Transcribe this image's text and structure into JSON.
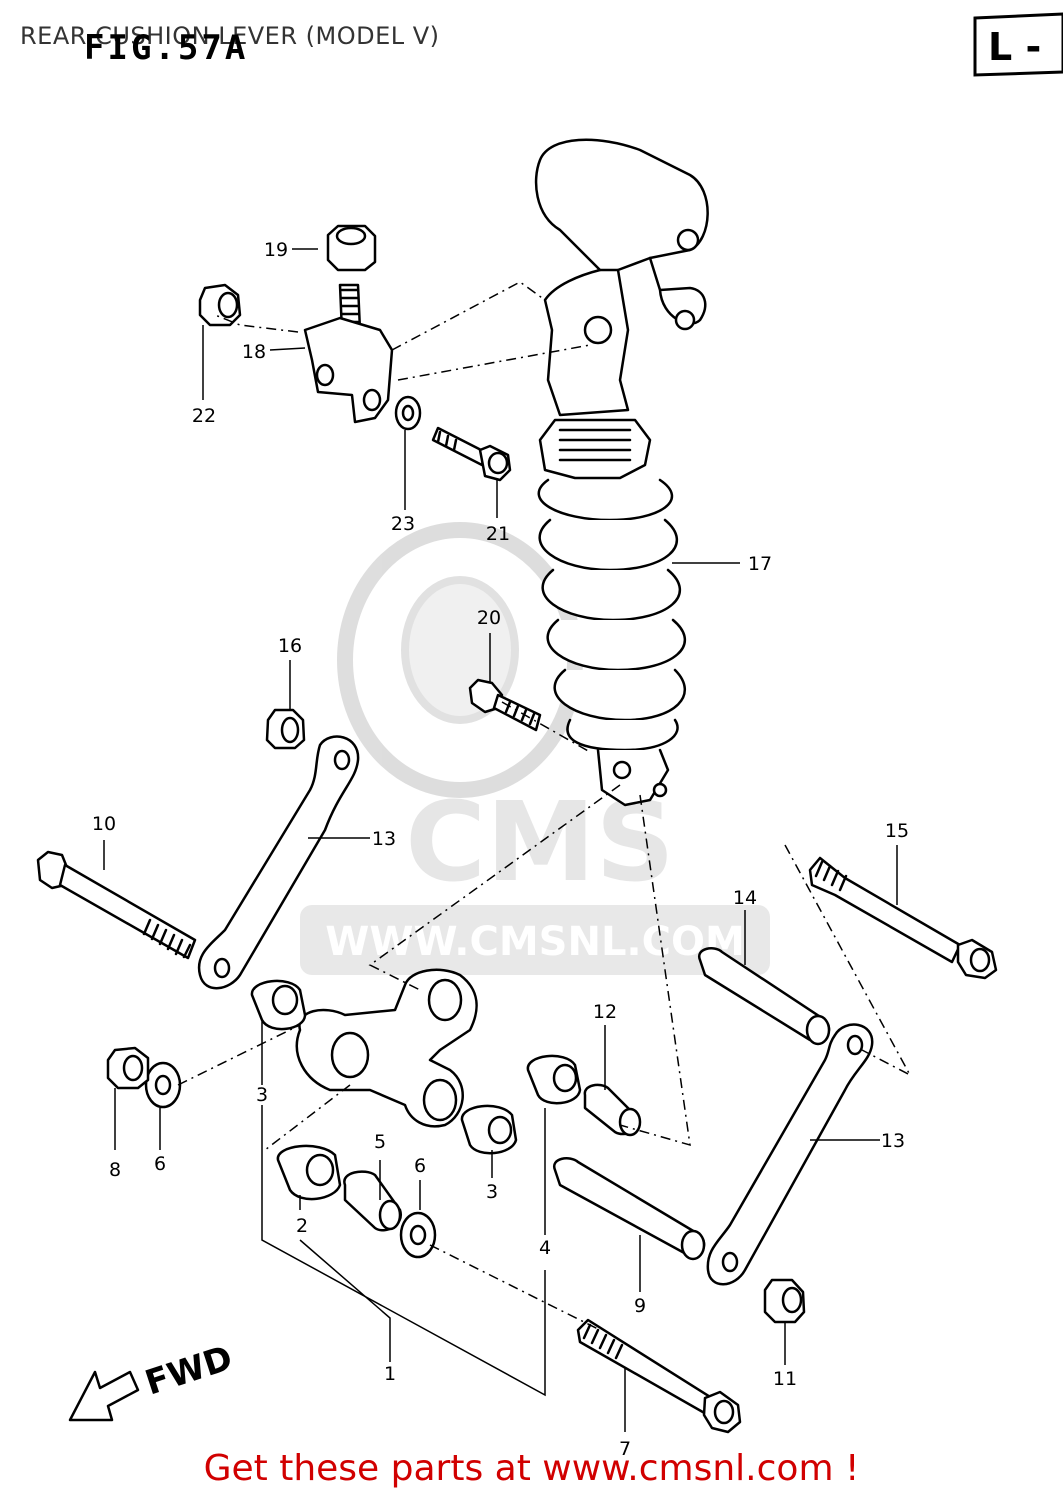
{
  "title": "REAR CUSHION LEVER (MODEL V)",
  "figure_label": "FIG.57A",
  "corner_tag": "L -",
  "watermark": {
    "brand": "CMS",
    "url": "WWW.CMSNL.COM"
  },
  "fwd_label": "FWD",
  "footer": "Get these parts at www.cmsnl.com !",
  "callouts": [
    "1",
    "2",
    "3",
    "3",
    "4",
    "5",
    "6",
    "6",
    "7",
    "8",
    "9",
    "10",
    "11",
    "12",
    "13",
    "13",
    "14",
    "15",
    "16",
    "17",
    "18",
    "19",
    "20",
    "21",
    "22",
    "23"
  ]
}
